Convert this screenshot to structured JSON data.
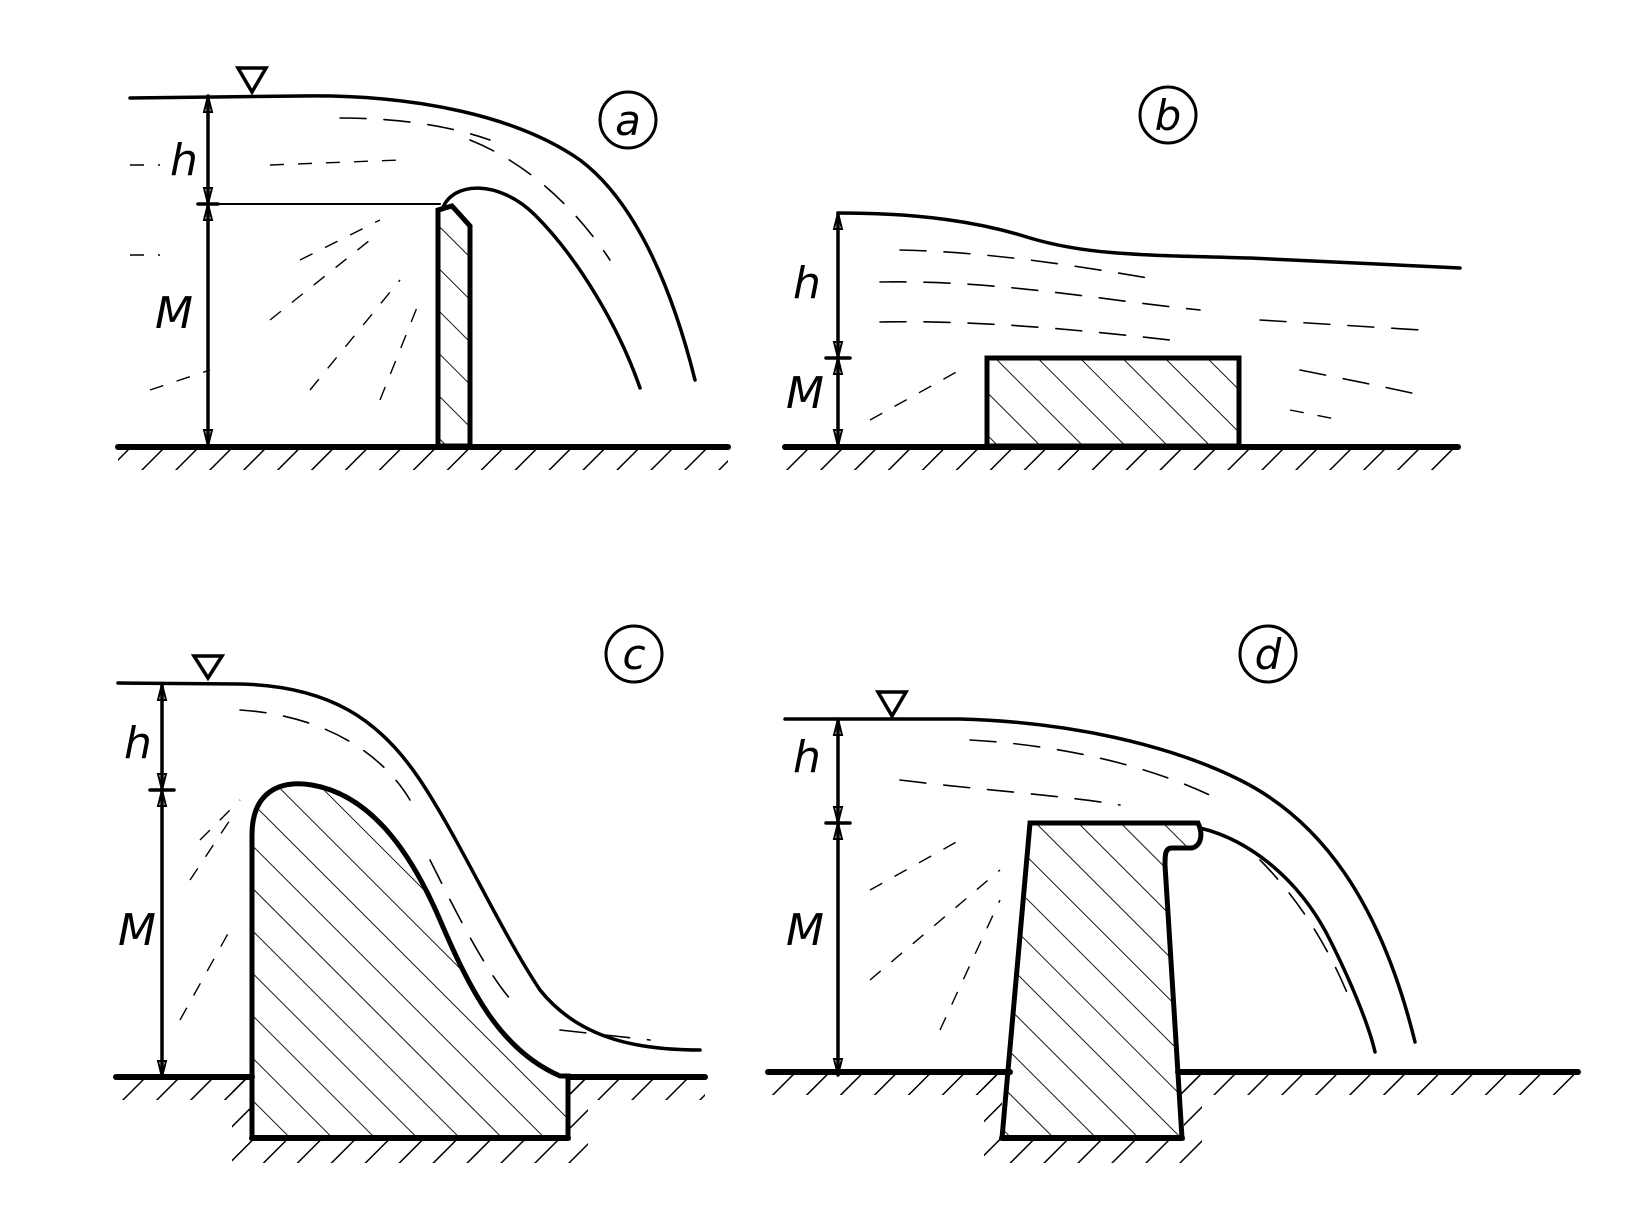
{
  "panels": [
    {
      "id": "a",
      "badge": "a",
      "head_label": "h",
      "height_label": "M"
    },
    {
      "id": "b",
      "badge": "b",
      "head_label": "h",
      "height_label": "M"
    },
    {
      "id": "c",
      "badge": "c",
      "head_label": "h",
      "height_label": "M"
    },
    {
      "id": "d",
      "badge": "d",
      "head_label": "h",
      "height_label": "M"
    }
  ]
}
